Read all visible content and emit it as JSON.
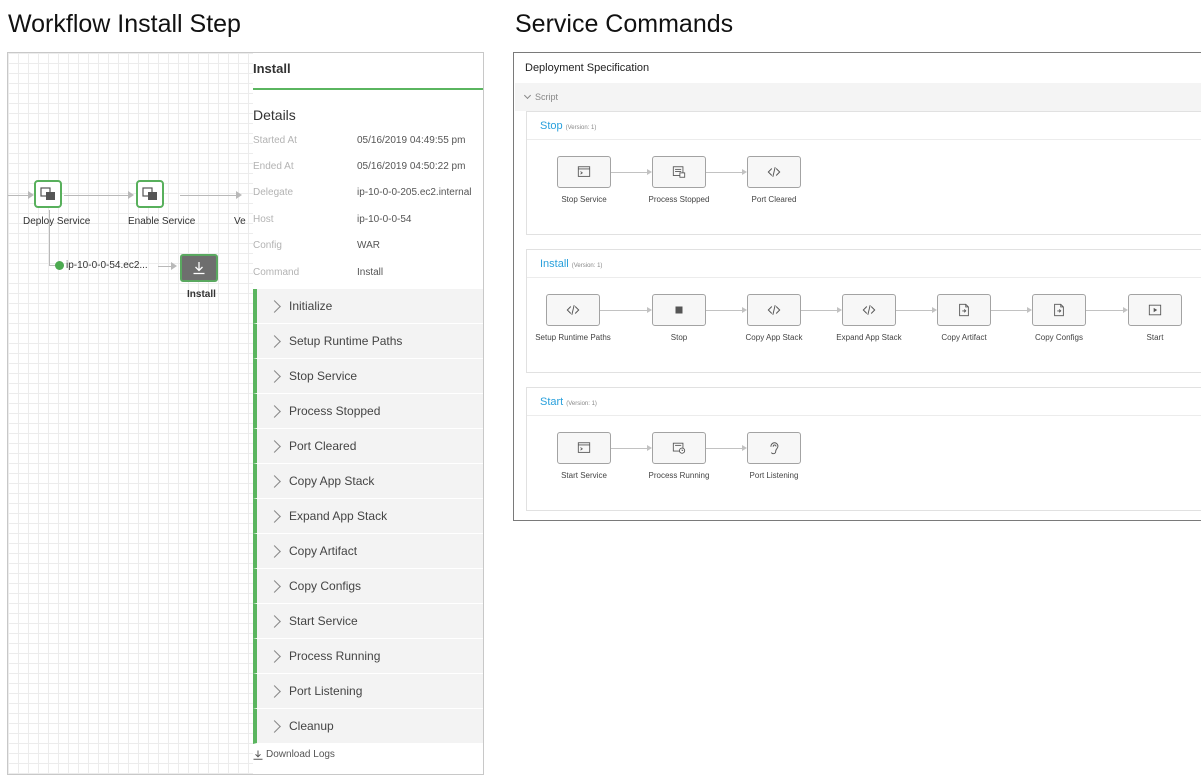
{
  "headings": {
    "left": "Workflow Install Step",
    "right": "Service Commands"
  },
  "workflow": {
    "nodes": {
      "deploy_service": "Deploy Service",
      "enable_service": "Enable Service",
      "cut_label": "Ve"
    },
    "instance": "ip-10-0-0-54.ec2...",
    "install": "Install"
  },
  "details": {
    "title": "Install",
    "subtitle": "Details",
    "fields": [
      {
        "key": "Started At",
        "value": "05/16/2019 04:49:55 pm"
      },
      {
        "key": "Ended At",
        "value": "05/16/2019 04:50:22 pm"
      },
      {
        "key": "Delegate",
        "value": "ip-10-0-0-205.ec2.internal"
      },
      {
        "key": "Host",
        "value": "ip-10-0-0-54"
      },
      {
        "key": "Config",
        "value": "WAR"
      },
      {
        "key": "Command",
        "value": "Install"
      }
    ],
    "steps": [
      "Initialize",
      "Setup Runtime Paths",
      "Stop Service",
      "Process Stopped",
      "Port Cleared",
      "Copy App Stack",
      "Expand App Stack",
      "Copy Artifact",
      "Copy Configs",
      "Start Service",
      "Process Running",
      "Port Listening",
      "Cleanup"
    ],
    "download_label": "Download Logs"
  },
  "spec": {
    "title": "Deployment Specification",
    "script_label": "Script",
    "sections": [
      {
        "name": "Stop",
        "version": "(Version: 1)",
        "commands": [
          {
            "label": "Stop Service",
            "icon": "terminal-icon"
          },
          {
            "label": "Process Stopped",
            "icon": "process-icon"
          },
          {
            "label": "Port Cleared",
            "icon": "code-icon"
          }
        ]
      },
      {
        "name": "Install",
        "version": "(Version: 1)",
        "commands": [
          {
            "label": "Setup Runtime Paths",
            "icon": "code-icon"
          },
          {
            "label": "Stop",
            "icon": "stop-square-icon"
          },
          {
            "label": "Copy App Stack",
            "icon": "code-icon"
          },
          {
            "label": "Expand App Stack",
            "icon": "code-icon"
          },
          {
            "label": "Copy Artifact",
            "icon": "file-copy-icon"
          },
          {
            "label": "Copy Configs",
            "icon": "file-copy-icon"
          },
          {
            "label": "Start",
            "icon": "play-icon"
          }
        ]
      },
      {
        "name": "Start",
        "version": "(Version: 1)",
        "commands": [
          {
            "label": "Start Service",
            "icon": "terminal-icon"
          },
          {
            "label": "Process Running",
            "icon": "process-running-icon"
          },
          {
            "label": "Port Listening",
            "icon": "ear-icon"
          }
        ]
      }
    ]
  },
  "colors": {
    "accent_green": "#5ab55f",
    "accent_blue": "#29a0dc"
  }
}
